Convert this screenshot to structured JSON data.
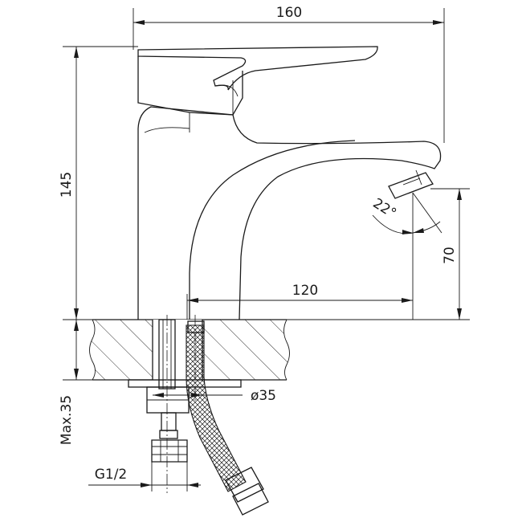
{
  "dimensions": {
    "overall_width": "160",
    "overall_height": "145",
    "spout_reach": "120",
    "spout_height": "70",
    "spout_angle": "22°",
    "hole_diameter": "ø35",
    "max_thickness": "Max.35",
    "connection_thread": "G1/2"
  }
}
